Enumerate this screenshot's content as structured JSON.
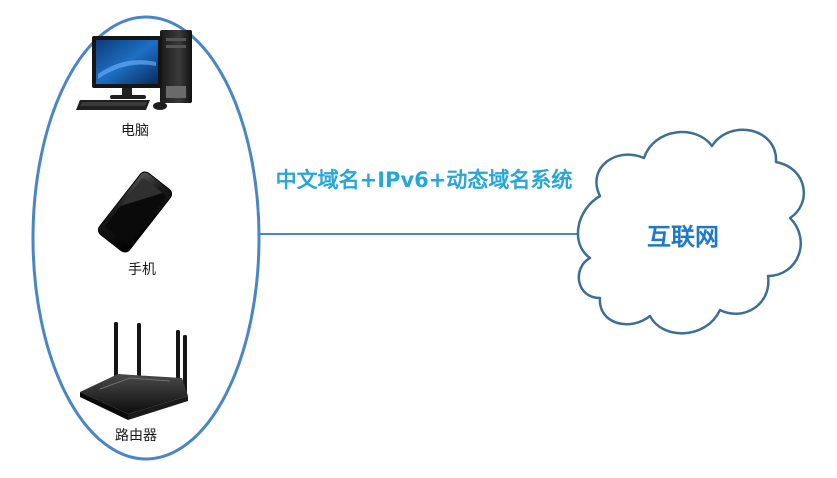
{
  "colors": {
    "ellipse_stroke": "#4a86c5",
    "link_line": "#4a86c5",
    "link_label": "#29a6d8",
    "cloud_stroke": "#3d6e96",
    "cloud_label": "#1f78c8"
  },
  "devices": [
    {
      "label": "电脑",
      "icon": "desktop-computer-icon"
    },
    {
      "label": "手机",
      "icon": "smartphone-icon"
    },
    {
      "label": "路由器",
      "icon": "router-icon"
    }
  ],
  "link": {
    "label": "中文域名+IPv6+动态域名系统"
  },
  "cloud": {
    "label": "互联网",
    "icon": "cloud-icon"
  }
}
